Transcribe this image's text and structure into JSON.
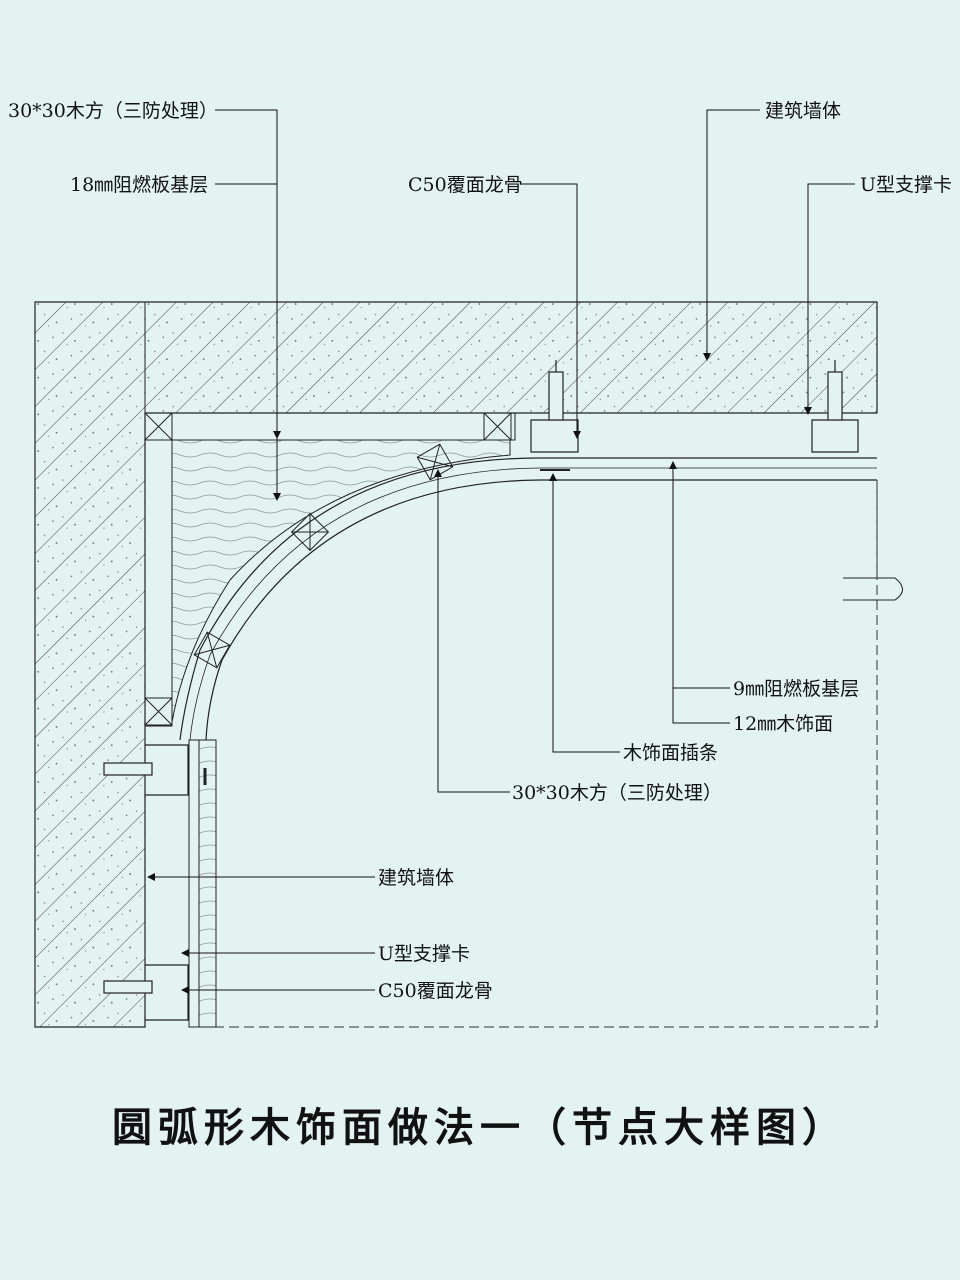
{
  "title": "圆弧形木饰面做法一（节点大样图）",
  "labels": {
    "top_left_wood": "30*30木方（三防处理）",
    "top_left_board": "18㎜阻燃板基层",
    "top_keel": "C50覆面龙骨",
    "top_wall": "建筑墙体",
    "top_ucard": "U型支撑卡",
    "board_9mm": "9㎜阻燃板基层",
    "finish_12mm": "12㎜木饰面",
    "insert_strip": "木饰面插条",
    "mid_wood": "30*30木方（三防处理）",
    "bottom_wall": "建筑墙体",
    "bottom_ucard": "U型支撑卡",
    "bottom_keel": "C50覆面龙骨"
  }
}
